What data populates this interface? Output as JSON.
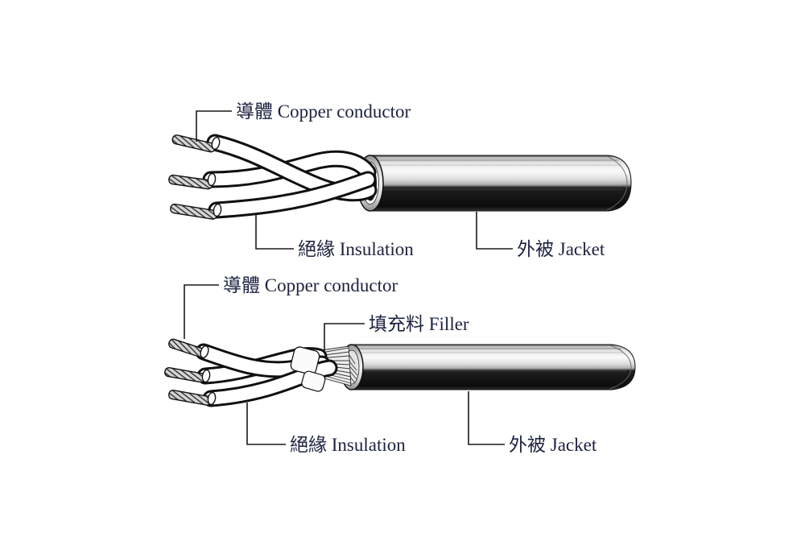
{
  "page": {
    "background": "#ffffff"
  },
  "colors": {
    "label_text": "#1c2240",
    "leader_line": "#1a1a1a",
    "line_art_outline": "#111111",
    "jacket_highlight": "#fafafa",
    "jacket_shadow": "#0c0c0c",
    "metal_ring_gray": "#d9d9d9",
    "conductor_gray": "#d6d6d6"
  },
  "diagram": {
    "cable1": {
      "labels": {
        "conductor": "導體 Copper conductor",
        "insulation": "絕緣 Insulation",
        "jacket": "外被 Jacket"
      }
    },
    "cable2": {
      "labels": {
        "conductor": "導體 Copper conductor",
        "filler": "填充料 Filler",
        "insulation": "絕緣 Insulation",
        "jacket": "外被 Jacket"
      }
    }
  }
}
